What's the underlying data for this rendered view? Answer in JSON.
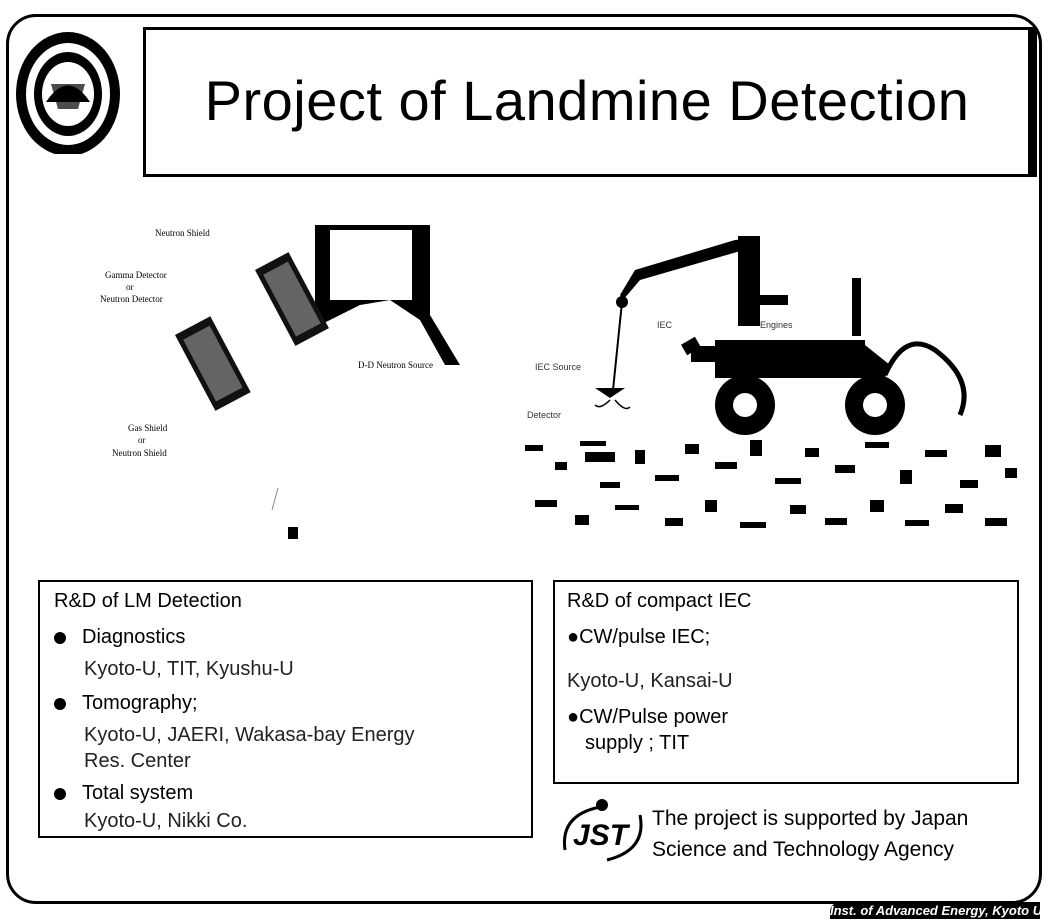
{
  "slide": {
    "title": "Project of Landmine Detection",
    "footer": "Inst. of Advanced Energy, Kyoto Univ."
  },
  "diagram_left": {
    "labels": [
      "Neutron Shield",
      "Gamma Detector",
      "or",
      "Neutron Detector",
      "D-D Neutron Source",
      "Gas Shield",
      "or",
      "Neutron Shield"
    ]
  },
  "diagram_right": {
    "labels": [
      "IEC",
      "Engines",
      "IEC Source",
      "Detector"
    ]
  },
  "left_box": {
    "title": "R&D of LM Detection",
    "items": [
      {
        "heading": "Diagnostics",
        "detail": "Kyoto-U, TIT, Kyushu-U"
      },
      {
        "heading": "Tomography;",
        "detail1": "Kyoto-U, JAERI, Wakasa-bay Energy",
        "detail2": "Res. Center"
      },
      {
        "heading": "Total system",
        "detail": "Kyoto-U, Nikki Co."
      }
    ]
  },
  "right_box": {
    "title": "R&D of compact IEC",
    "line1": "●CW/pulse IEC;",
    "line2": "Kyoto-U, Kansai-U",
    "line3": "●CW/Pulse power",
    "line4": "supply ; TIT"
  },
  "support": {
    "logo_text": "JST",
    "line1": "The project is supported by Japan",
    "line2": "Science and Technology Agency"
  },
  "colors": {
    "ink": "#000000",
    "paper": "#ffffff"
  }
}
